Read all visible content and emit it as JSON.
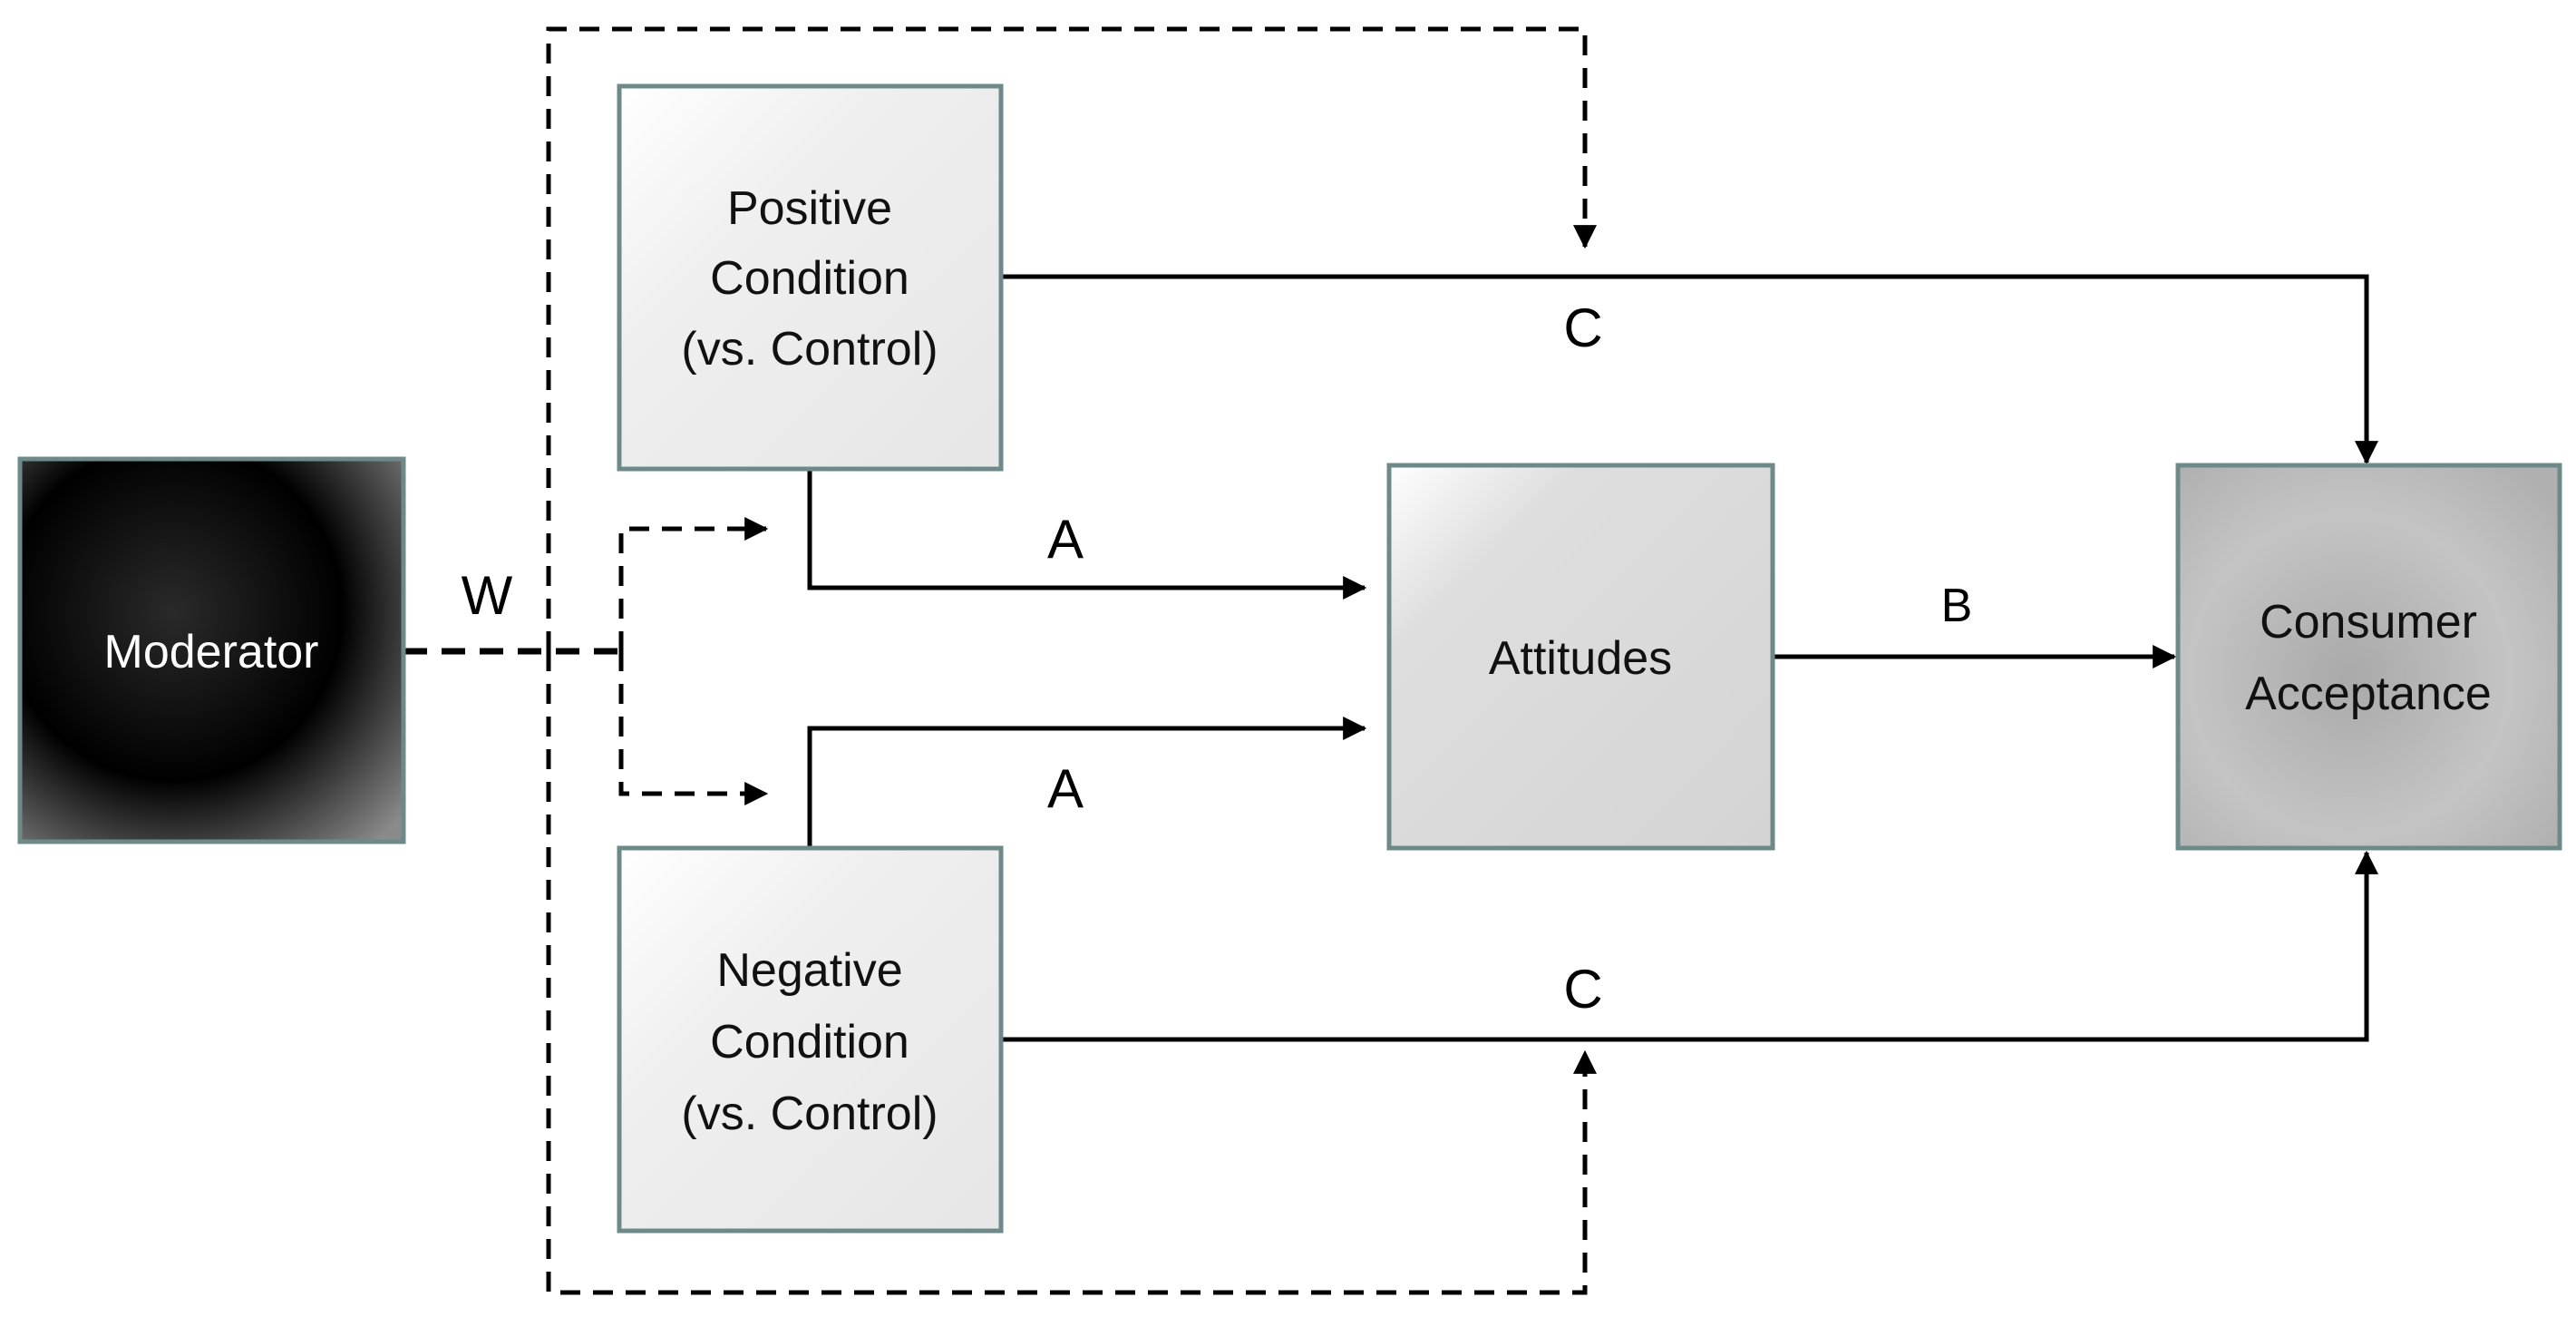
{
  "nodes": {
    "moderator": {
      "label": "Moderator"
    },
    "positive": {
      "lines": [
        "Positive",
        "Condition",
        "(vs. Control)"
      ]
    },
    "negative": {
      "lines": [
        "Negative",
        "Condition",
        "(vs. Control)"
      ]
    },
    "attitudes": {
      "label": "Attitudes"
    },
    "consumer": {
      "lines": [
        "Consumer",
        "Acceptance"
      ]
    }
  },
  "paths": {
    "w": "W",
    "a_top": "A",
    "a_bottom": "A",
    "b": "B",
    "c_top": "C",
    "c_bottom": "C"
  },
  "colors": {
    "box_border": "#6e8a88",
    "light_box": "#ececec",
    "attitudes_box": "#d9d9d9",
    "consumer_box": "#b8b8b8",
    "moderator_box": "#111111"
  }
}
